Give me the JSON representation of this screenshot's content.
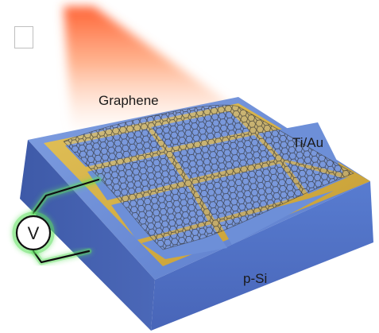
{
  "labels": {
    "graphene": "Graphene",
    "electrode": "Ti/Au",
    "substrate": "p-Si",
    "voltmeter": "V"
  },
  "icons": {
    "voltmeter": "voltmeter-circle-icon",
    "light_beam": "light-beam-icon"
  },
  "colors": {
    "light_beam": "#ff7a4a",
    "substrate_top": "#5b7fd0",
    "substrate_side": "#4a69b8",
    "electrode": "#d4b048",
    "graphene": "#333333",
    "wire_glow": "#5ee05e"
  }
}
